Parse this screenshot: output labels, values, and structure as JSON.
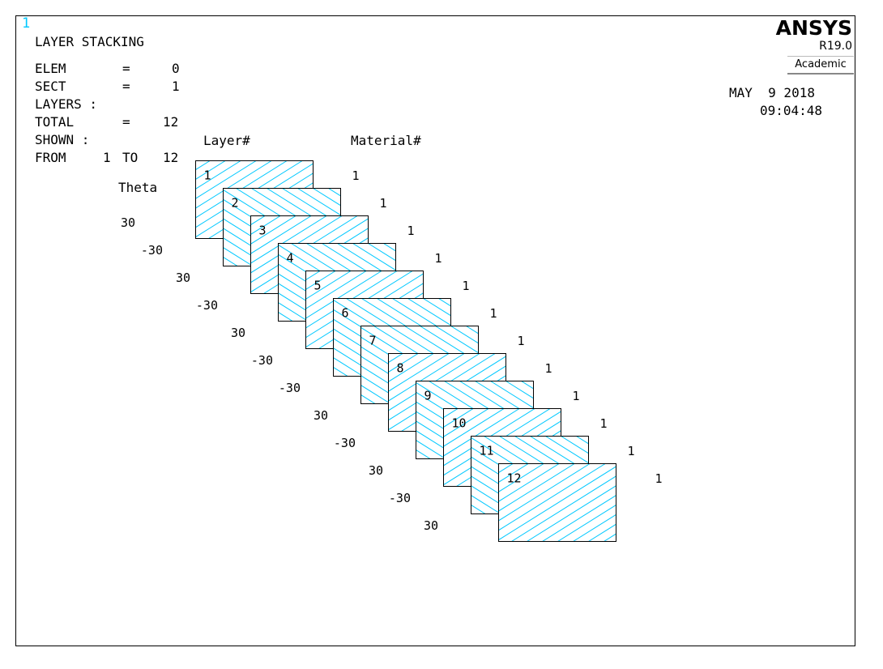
{
  "window_number": "1",
  "title": "LAYER STACKING",
  "info": {
    "elem_label": "ELEM",
    "elem_eq": "=",
    "elem_value": "0",
    "sect_label": "SECT",
    "sect_eq": "=",
    "sect_value": "1",
    "layers_label": "LAYERS :",
    "total_label": "TOTAL",
    "total_eq": "=",
    "total_value": "12",
    "shown_label": "SHOWN :",
    "from_label": "FROM",
    "from_value": "1",
    "to_label": "TO",
    "to_value": "12"
  },
  "headers": {
    "layer": "Layer#",
    "material": "Material#",
    "theta": "Theta"
  },
  "logo": {
    "name": "ANSYS",
    "release": "R19.0",
    "edition": "Academic"
  },
  "date": "MAY  9 2018",
  "time": "09:04:48",
  "colors": {
    "hatch": "#00c8ff",
    "outline": "#000000",
    "window_number": "#00c8ff"
  },
  "chart_data": {
    "type": "diagram",
    "layers": [
      {
        "layer": "1",
        "material": "1",
        "theta": "30"
      },
      {
        "layer": "2",
        "material": "1",
        "theta": "-30"
      },
      {
        "layer": "3",
        "material": "1",
        "theta": "30"
      },
      {
        "layer": "4",
        "material": "1",
        "theta": "-30"
      },
      {
        "layer": "5",
        "material": "1",
        "theta": "30"
      },
      {
        "layer": "6",
        "material": "1",
        "theta": "-30"
      },
      {
        "layer": "7",
        "material": "1",
        "theta": "-30"
      },
      {
        "layer": "8",
        "material": "1",
        "theta": "30"
      },
      {
        "layer": "9",
        "material": "1",
        "theta": "-30"
      },
      {
        "layer": "10",
        "material": "1",
        "theta": "30"
      },
      {
        "layer": "11",
        "material": "1",
        "theta": "-30"
      },
      {
        "layer": "12",
        "material": "1",
        "theta": "30"
      }
    ]
  }
}
